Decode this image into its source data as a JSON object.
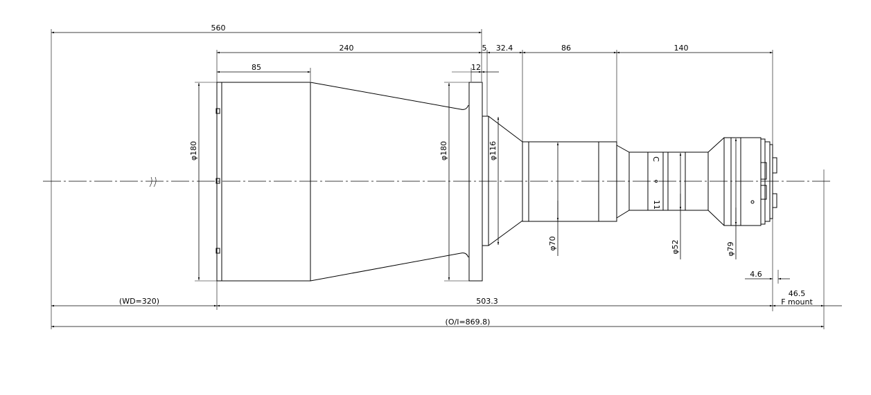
{
  "dimensions": {
    "total_length": "560",
    "front_group": "240",
    "front_barrel": "85",
    "flange_thickness": "12",
    "flange_gap": "5",
    "neck_length": "32.4",
    "middle_barrel": "86",
    "rear_section": "140",
    "front_diameter": "φ180",
    "flange_diameter": "φ180",
    "cone_diameter": "φ116",
    "middle_diameter": "φ70",
    "focus_diameter": "φ52",
    "rear_diameter": "φ79",
    "mount_offset": "4.6",
    "flange_focal": "46.5",
    "mount_type": "F mount",
    "working_distance": "(WD=320)",
    "lens_length": "503.3",
    "object_to_image": "(O/I=869.8)"
  },
  "ring_marks": {
    "upper": "C",
    "lower": "11"
  }
}
